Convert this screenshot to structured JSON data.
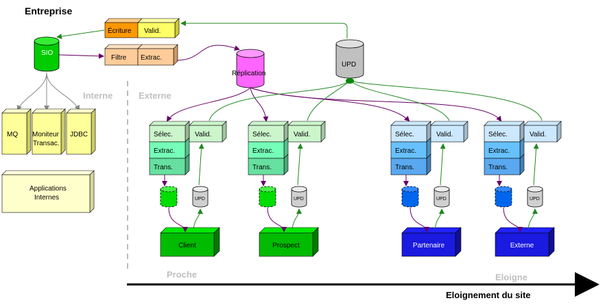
{
  "title": "Entreprise",
  "labels": {
    "interne": "Interne",
    "externe": "Externe",
    "proche": "Proche",
    "eloigne": "Eloigne",
    "axis": "Eloignement du site"
  },
  "top_boxes": {
    "ecriture": "Écriture",
    "valid": "Valid.",
    "filtre": "Filtre",
    "extrac": "Extrac."
  },
  "cylinders": {
    "sio": "SIO",
    "replication": "Réplication",
    "upd": "UPD",
    "upd_small": "UPD"
  },
  "internal": {
    "mq": "MQ",
    "moniteur_line1": "Moniteur",
    "moniteur_line2": "Transac.",
    "jdbc": "JDBC",
    "apps_line1": "Applications",
    "apps_line2": "Internes"
  },
  "stack": {
    "selec": "Sélec.",
    "extrac": "Extrac.",
    "trans": "Trans.",
    "valid": "Valid."
  },
  "sites": [
    {
      "name": "Client",
      "color_light": "#ccf5cc",
      "color_mid": "#66e0a0",
      "color_dark": "#00bb00"
    },
    {
      "name": "Prospect",
      "color_light": "#ccf5cc",
      "color_mid": "#66e0a0",
      "color_dark": "#00bb00"
    },
    {
      "name": "Partenaire",
      "color_light": "#cce8ff",
      "color_mid": "#5aa8f0",
      "color_dark": "#1a1ae0"
    },
    {
      "name": "Externe",
      "color_light": "#cce8ff",
      "color_mid": "#5aa8f0",
      "color_dark": "#1a1ae0"
    }
  ],
  "colors": {
    "orange": "#ff9900",
    "peach": "#ffcc99",
    "sio": "#00cc00",
    "replication": "#ff66ff",
    "upd": "#c0c0c0",
    "yellow": "#ffff99",
    "arrow_green": "#228822",
    "arrow_purple": "#660066"
  }
}
